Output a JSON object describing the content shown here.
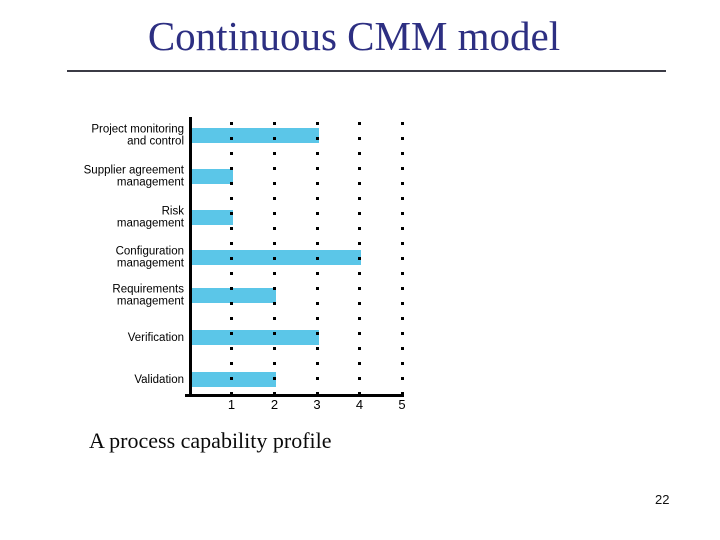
{
  "slide": {
    "title": "Continuous CMM model",
    "caption": "A process capability profile",
    "page_number": "22"
  },
  "colors": {
    "title_text": "#2D2F82",
    "title_rule": "#3B3B45",
    "bar_fill": "#5BC6E8",
    "axis_and_text": "#000000",
    "background": "#FFFFFF"
  },
  "chart_data": {
    "type": "bar",
    "orientation": "horizontal",
    "title": "",
    "xlabel": "",
    "ylabel": "",
    "categories": [
      "Project monitoring and control",
      "Supplier agreement management",
      "Risk management",
      "Configuration management",
      "Requirements management",
      "Verification",
      "Validation"
    ],
    "category_label_lines": [
      [
        "Project monitoring",
        "and control"
      ],
      [
        "Supplier agreement",
        "management"
      ],
      [
        "Risk",
        "management"
      ],
      [
        "Configuration",
        "management"
      ],
      [
        "Requirements",
        "management"
      ],
      [
        "Verification"
      ],
      [
        "Validation"
      ]
    ],
    "values": [
      3,
      1,
      1,
      4,
      2,
      3,
      2
    ],
    "x_ticks": [
      "1",
      "2",
      "3",
      "4",
      "5"
    ],
    "xlim": [
      0,
      5
    ],
    "grid": "dotted vertical gridlines at each integer tick, drawn over bars",
    "legend": "none",
    "bar_color": "#5BC6E8"
  }
}
